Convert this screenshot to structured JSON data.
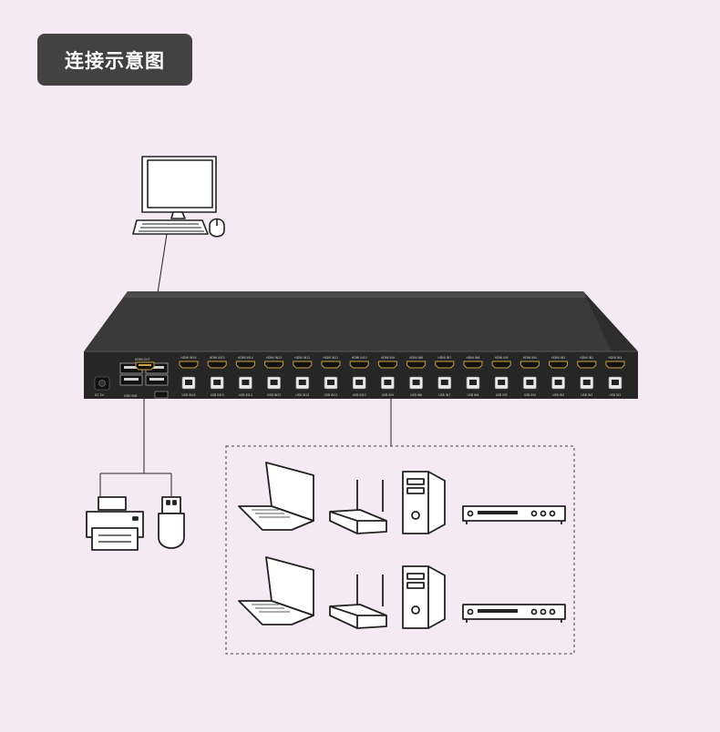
{
  "title": "连接示意图",
  "switch": {
    "ports": [
      {
        "hdmi": "HDMI IN16",
        "usb": "USB IN16"
      },
      {
        "hdmi": "HDMI IN15",
        "usb": "USB IN15"
      },
      {
        "hdmi": "HDMI IN14",
        "usb": "USB IN14"
      },
      {
        "hdmi": "HDMI IN13",
        "usb": "USB IN13"
      },
      {
        "hdmi": "HDMI IN12",
        "usb": "USB IN12"
      },
      {
        "hdmi": "HDMI IN11",
        "usb": "USB IN11"
      },
      {
        "hdmi": "HDMI IN10",
        "usb": "USB IN10"
      },
      {
        "hdmi": "HDMI IN9",
        "usb": "USB IN9"
      },
      {
        "hdmi": "HDMI IN8",
        "usb": "USB IN8"
      },
      {
        "hdmi": "HDMI IN7",
        "usb": "USB IN7"
      },
      {
        "hdmi": "HDMI IN6",
        "usb": "USB IN6"
      },
      {
        "hdmi": "HDMI IN5",
        "usb": "USB IN5"
      },
      {
        "hdmi": "HDMI IN4",
        "usb": "USB IN4"
      },
      {
        "hdmi": "HDMI IN3",
        "usb": "USB IN3"
      },
      {
        "hdmi": "HDMI IN2",
        "usb": "USB IN2"
      },
      {
        "hdmi": "HDMI IN1",
        "usb": "USB IN1"
      }
    ],
    "hdmi_out_label": "HDMI OUT",
    "usb_hub_label": "USB HUB",
    "dc_label": "DC 5V"
  },
  "colors": {
    "background": "#f5e9f4",
    "badge": "#424242",
    "switch_body": "#2a2a2a",
    "line": "#222222"
  }
}
